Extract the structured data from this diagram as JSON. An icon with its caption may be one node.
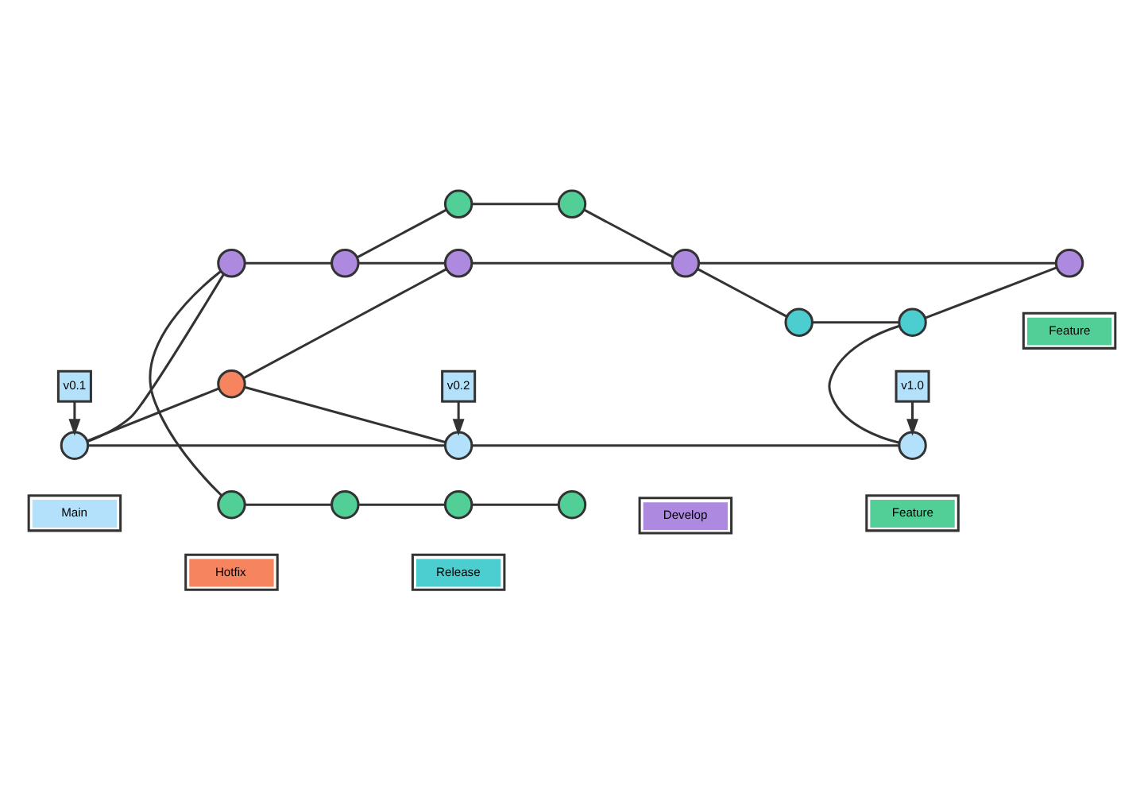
{
  "diagram": {
    "nodes": [
      {
        "text": [
          "v0.1"
        ]
      },
      {
        "text": [
          "v0.2"
        ]
      },
      {
        "text": [
          "v1.0"
        ]
      },
      {
        "text": [],
        "shape": "circle"
      },
      {
        "text": [],
        "shape": "circle"
      },
      {
        "text": [],
        "shape": "circle"
      },
      {
        "text": [],
        "shape": "circle"
      },
      {
        "text": [],
        "shape": "circle"
      },
      {
        "text": [],
        "shape": "circle"
      },
      {
        "text": [],
        "shape": "circle"
      },
      {
        "text": [],
        "shape": "circle"
      },
      {
        "text": [],
        "shape": "circle"
      },
      {
        "text": [],
        "shape": "circle"
      },
      {
        "text": [],
        "shape": "circle"
      },
      {
        "text": [],
        "shape": "circle"
      },
      {
        "text": [],
        "shape": "circle"
      },
      {
        "text": [],
        "shape": "circle"
      },
      {
        "text": [],
        "shape": "circle"
      },
      {
        "text": [],
        "shape": "circle"
      },
      {
        "text": [],
        "shape": "circle"
      }
    ],
    "edges": [
      {
        "from": 0,
        "to": 3,
        "arrow": "to"
      },
      {
        "from": 1,
        "to": 4,
        "arrow": "to"
      },
      {
        "from": 2,
        "to": 5,
        "arrow": "to"
      },
      {
        "from": 3,
        "to": 4,
        "arrow": "none"
      },
      {
        "from": 4,
        "to": 5,
        "arrow": "none"
      },
      {
        "from": 3,
        "to": 6,
        "arrow": "none"
      },
      {
        "from": 6,
        "to": 4,
        "arrow": "none"
      },
      {
        "from": 6,
        "to": 11,
        "arrow": "none"
      },
      {
        "from": 3,
        "to": 9,
        "arrow": "none"
      },
      {
        "from": 9,
        "to": 10,
        "arrow": "none"
      },
      {
        "from": 10,
        "to": 11,
        "arrow": "none"
      },
      {
        "from": 10,
        "to": 14,
        "arrow": "none"
      },
      {
        "from": 14,
        "to": 15,
        "arrow": "none"
      },
      {
        "from": 15,
        "to": 12,
        "arrow": "none"
      },
      {
        "from": 11,
        "to": 12,
        "arrow": "none"
      },
      {
        "from": 12,
        "to": 7,
        "arrow": "none"
      },
      {
        "from": 7,
        "to": 8,
        "arrow": "none"
      },
      {
        "from": 8,
        "to": 5,
        "arrow": "none"
      },
      {
        "from": 8,
        "to": 13,
        "arrow": "none"
      },
      {
        "from": 12,
        "to": 13,
        "arrow": "none"
      },
      {
        "from": 9,
        "to": 16,
        "arrow": "none"
      },
      {
        "from": 16,
        "to": 17,
        "arrow": "none"
      },
      {
        "from": 17,
        "to": 18,
        "arrow": "none"
      },
      {
        "from": 18,
        "to": 19,
        "arrow": "none"
      }
    ],
    "legend": [
      {
        "text": "Main",
        "color": "#b3e0fa"
      },
      {
        "text": "Hotfix",
        "color": "#f5845f"
      },
      {
        "text": "Release",
        "color": "#4ccdd0"
      },
      {
        "text": "Develop",
        "color": "#ad8ae0"
      },
      {
        "text": "Feature",
        "color": "#52cf97"
      },
      {
        "text": "Feature",
        "color": "#52cf97"
      }
    ]
  }
}
